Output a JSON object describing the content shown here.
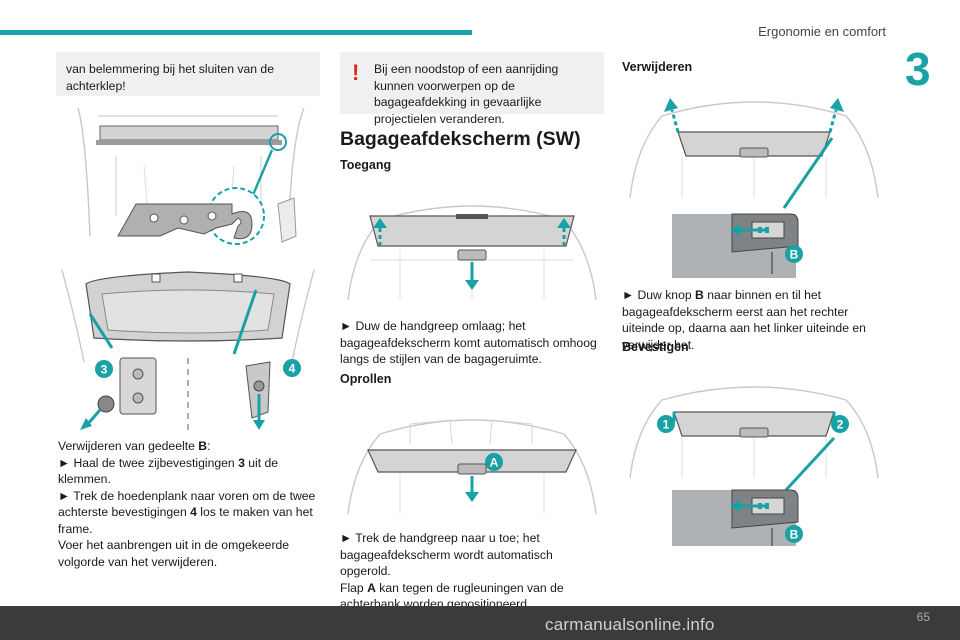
{
  "header": {
    "section_title": "Ergonomie en comfort",
    "chapter_number": "3"
  },
  "col1": {
    "note_text": "van belemmering bij het sluiten van de achterklep!",
    "badge_3": "3",
    "badge_4": "4",
    "removal_lines": [
      "Verwijderen van gedeelte ",
      "B",
      ":",
      "► Haal de twee zijbevestigingen ",
      "3",
      " uit de klemmen.",
      "► Trek de hoedenplank naar voren om de twee achterste bevestigingen ",
      "4",
      " los te maken van het frame.",
      "Voer het aanbrengen uit in de omgekeerde volgorde van het verwijderen."
    ]
  },
  "col2": {
    "warning_text": "Bij een noodstop of een aanrijding kunnen voorwerpen op de bagageafdekking in gevaarlijke projectielen veranderen.",
    "title": "Bagageafdekscherm (SW)",
    "access_heading": "Toegang",
    "access_text": "► Duw de handgreep omlaag; het bagageafdekscherm komt automatisch omhoog langs de stijlen van de bagageruimte.",
    "roll_heading": "Oprollen",
    "badge_A": "A",
    "roll_text_1": "► Trek de handgreep naar u toe; het bagageafdekscherm wordt automatisch opgerold.",
    "roll_text_2a": "Flap ",
    "roll_text_2b": "A",
    "roll_text_2c": " kan tegen de rugleuningen van de achterbank worden gepositioneerd."
  },
  "col3": {
    "remove_heading": "Verwijderen",
    "badge_B": "B",
    "remove_text_a": "► Duw knop ",
    "remove_text_b": "B",
    "remove_text_c": " naar binnen en til het bagageafdekscherm eerst aan het rechter uiteinde op, daarna aan het linker uiteinde en verwijder het.",
    "fix_heading": "Bevestigen",
    "badge_1": "1",
    "badge_2": "2",
    "badge_B2": "B"
  },
  "footer": {
    "page_number": "65",
    "watermark": "carmanualsonline.info"
  },
  "colors": {
    "accent": "#19a1a6",
    "warning": "#e1251b",
    "box_grey": "#eef0f1",
    "footer": "#3b3b3b"
  }
}
